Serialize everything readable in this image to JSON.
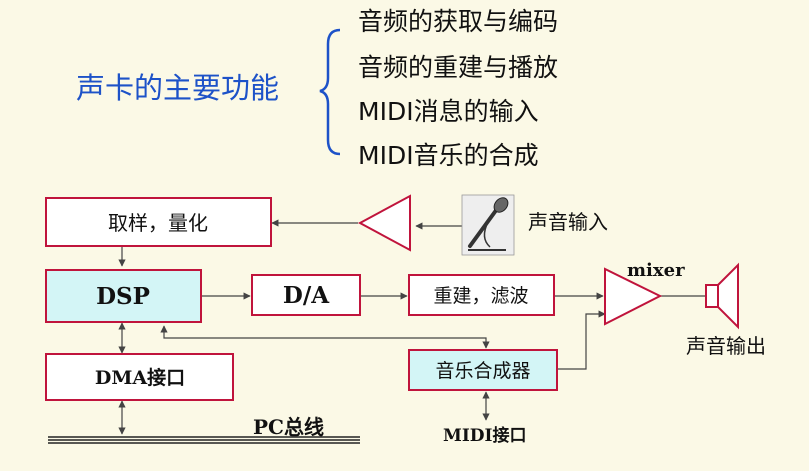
{
  "heading": "声卡的主要功能",
  "functions": [
    "音频的获取与编码",
    "音频的重建与播放",
    "MIDI消息的输入",
    "MIDI音乐的合成"
  ],
  "blocks": {
    "sampling": "取样，量化",
    "dsp": "DSP",
    "da": "D/A",
    "reconstruct": "重建，滤波",
    "dma": "DMA接口",
    "synth": "音乐合成器"
  },
  "labels": {
    "sound_in": "声音输入",
    "sound_out": "声音输出",
    "mixer": "mixer",
    "pc_bus": "PC总线",
    "midi_port": "MIDI接口"
  },
  "colors": {
    "box_border": "#c0143c",
    "heading": "#1d52c8",
    "accent_fill": "#d3f5f6",
    "line": "#444444",
    "background": "#fbf9e6"
  },
  "icons": [
    "amplifier-icon",
    "microphone-icon",
    "mixer-icon",
    "speaker-icon"
  ]
}
